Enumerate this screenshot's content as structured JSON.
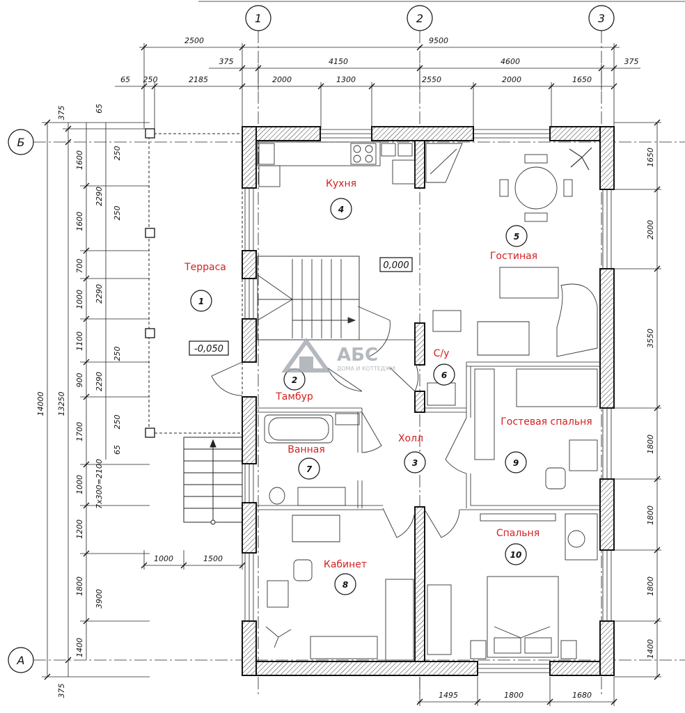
{
  "axes": {
    "columns": [
      "1",
      "2",
      "3"
    ],
    "rows": [
      "Б",
      "А"
    ]
  },
  "dimensions": {
    "top_overall": "9500",
    "top_left_offset": "2500",
    "top_row2": [
      "375",
      "4150",
      "4600",
      "375"
    ],
    "top_row3": [
      "65",
      "250",
      "2185",
      "2000",
      "1300",
      "2550",
      "2000",
      "1650"
    ],
    "left_overall": [
      "14000",
      "13250"
    ],
    "left_row": [
      "375",
      "1600",
      "1600",
      "700",
      "1000",
      "1100",
      "900",
      "1700",
      "1000",
      "1200",
      "1800",
      "1400",
      "375"
    ],
    "left_row2": [
      "2290",
      "2290",
      "2290",
      "3900"
    ],
    "left_row3": [
      "65",
      "250",
      "250",
      "250",
      "250",
      "65"
    ],
    "stair_note": "7x300=2100",
    "stair_dims": [
      "1000",
      "1500"
    ],
    "right_row": [
      "1650",
      "2000",
      "3550",
      "1800",
      "1800",
      "1800",
      "1400"
    ],
    "bottom_row": [
      "1495",
      "1800",
      "1680"
    ]
  },
  "levels": {
    "floor": "0,000",
    "terrace": "-0,050"
  },
  "rooms": [
    {
      "num": "1",
      "name": "Терраса"
    },
    {
      "num": "2",
      "name": "Тамбур"
    },
    {
      "num": "3",
      "name": "Холл"
    },
    {
      "num": "4",
      "name": "Кухня"
    },
    {
      "num": "5",
      "name": "Гостиная"
    },
    {
      "num": "6",
      "name": "С/у"
    },
    {
      "num": "7",
      "name": "Ванная"
    },
    {
      "num": "8",
      "name": "Кабинет"
    },
    {
      "num": "9",
      "name": "Гостевая спальня"
    },
    {
      "num": "10",
      "name": "Спальня"
    }
  ],
  "logo": {
    "main": "АБС",
    "sub": "ДОМА И КОТТЕДЖИ"
  },
  "colors": {
    "room_labels": "#d42020",
    "lines": "#111111",
    "logo": "#a8adb5"
  }
}
